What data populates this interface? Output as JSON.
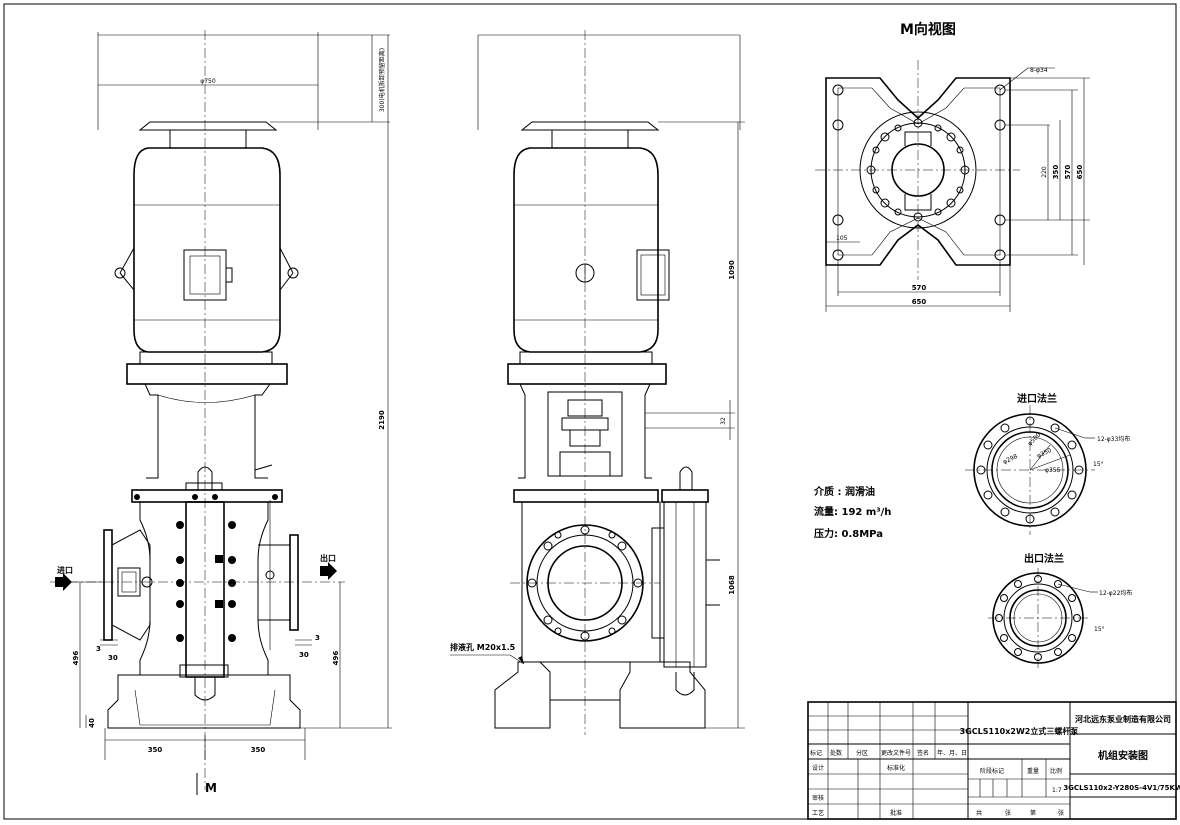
{
  "views": {
    "m_view_title": "M向视图",
    "m_arrow_label": "M",
    "inlet_label": "进口",
    "outlet_label": "出口",
    "inlet_flange_title": "进口法兰",
    "outlet_flange_title": "出口法兰",
    "drain_label": "排液孔 M20x1.5"
  },
  "specs": {
    "medium": "介质 : 润滑油",
    "flow": "流量: 192 m³/h",
    "pressure": "压力: 0.8MPa"
  },
  "dimensions": {
    "d750": "φ750",
    "d300": "300(电机拆卸预留距离)",
    "d2190": "2190",
    "d1090": "1090",
    "d1068": "1068",
    "d32": "32",
    "d496a": "496",
    "d496b": "496",
    "d40": "40",
    "d30a": "30",
    "d30b": "30",
    "d3a": "3",
    "d3b": "3",
    "d350a": "350",
    "d350b": "350",
    "m_8d": "8-φ34",
    "m_220": "220",
    "m_350": "350",
    "m_570v": "570",
    "m_650v": "650",
    "m_105": "105",
    "m_570h": "570",
    "m_650h": "650",
    "fl_in_bolts": "12-φ33均布",
    "fl_in_15": "15°",
    "fl_in_d1": "φ350",
    "fl_in_d2": "φ355",
    "fl_in_d3": "φ298",
    "fl_in_d4": "φ500",
    "fl_out_bolts": "12-φ22均布",
    "fl_out_15": "15°"
  },
  "title_block": {
    "product": "3GCLS110x2W2立式三螺杆泵",
    "company": "河北远东泵业制造有限公司",
    "drawing_name": "机组安装图",
    "drawing_no": "3GCLS110x2-Y280S-4V1/75KW",
    "h_mark": "标记",
    "h_count": "处数",
    "h_zone": "分区",
    "h_docno": "更改文件号",
    "h_sign": "签名",
    "h_date": "年、月、日",
    "r_design": "设计",
    "r_std": "标准化",
    "r_review": "审核",
    "r_process": "工艺",
    "r_approve": "批准",
    "h_stage": "阶段标记",
    "h_weight": "重量",
    "h_scale": "比例",
    "scale": "1:7",
    "total": "共",
    "sheets": "张",
    "no": "第",
    "sheet": "张"
  }
}
